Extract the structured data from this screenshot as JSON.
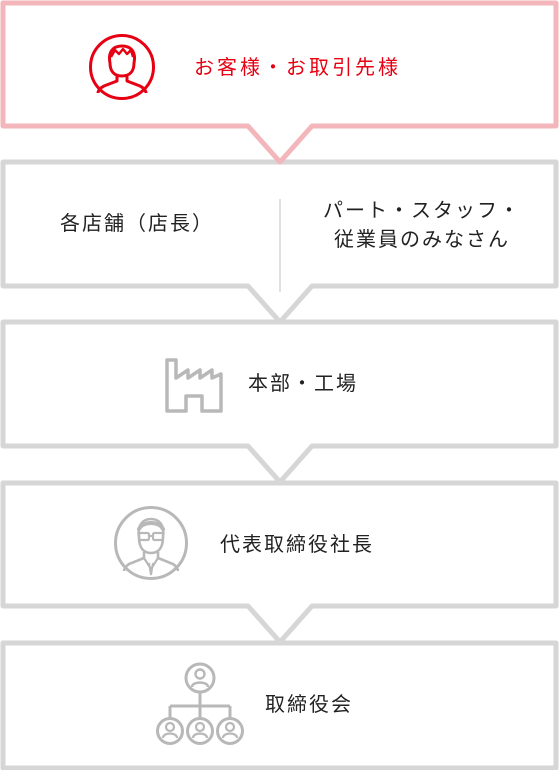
{
  "customers": {
    "label": "お客様・お取引先様"
  },
  "stores": {
    "left_label": "各店舗（店長）",
    "right_label_line1": "パート・スタッフ・",
    "right_label_line2": "従業員のみなさん"
  },
  "hq": {
    "label": "本部・工場"
  },
  "ceo": {
    "label": "代表取締役社長"
  },
  "board": {
    "label": "取締役会"
  },
  "colors": {
    "accent": "#e60012",
    "accent_border": "#f2b6bb",
    "box_border": "#d6d6d6",
    "icon_gray": "#b8b8b8",
    "text": "#222222"
  }
}
